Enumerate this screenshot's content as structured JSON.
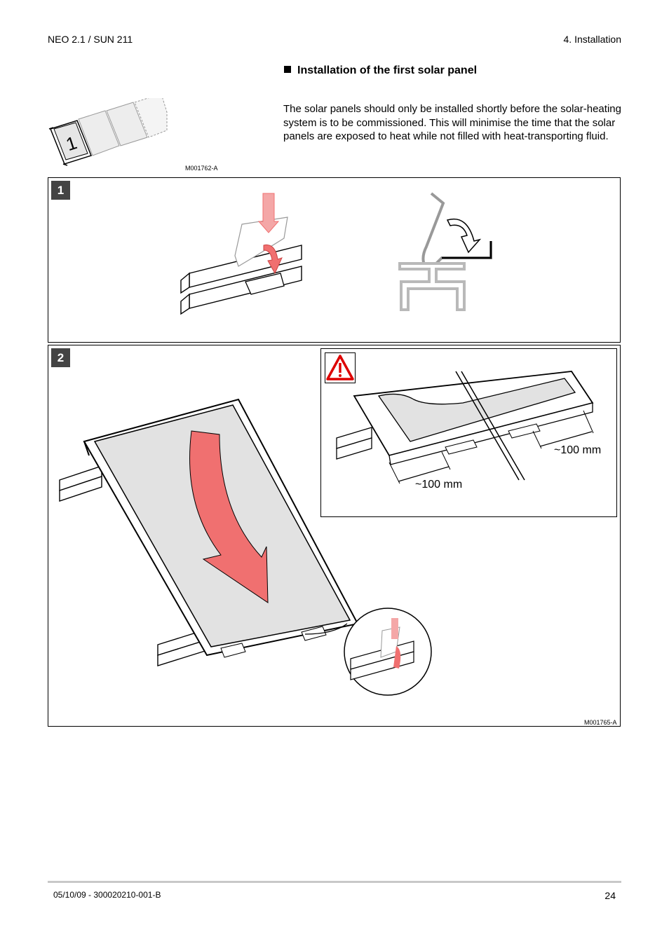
{
  "header": {
    "left": "NEO 2.1 / SUN 211",
    "right": "4.  Installation"
  },
  "section": {
    "title": "Installation of the first solar panel"
  },
  "intro": "The solar panels should only be installed shortly before the solar-heating system is to be commissioned. This will minimise the time that the solar panels are exposed to heat while not filled with heat-transporting fluid.",
  "figure_small": {
    "reference": "M001762-A",
    "panel_number": "1"
  },
  "figure_large": {
    "reference": "M001765-A",
    "steps": [
      "1",
      "2"
    ],
    "dimension_left": "~100 mm",
    "dimension_right": "~100 mm"
  },
  "footer": {
    "left": "05/10/09  - 300020210-001-B",
    "page": "24"
  },
  "colors": {
    "arrow": "#f07070",
    "arrow_light": "#f4a7a7",
    "panel_fill": "#e2e2e2",
    "step_bg": "#444444",
    "profile": "#b9b9b9"
  }
}
